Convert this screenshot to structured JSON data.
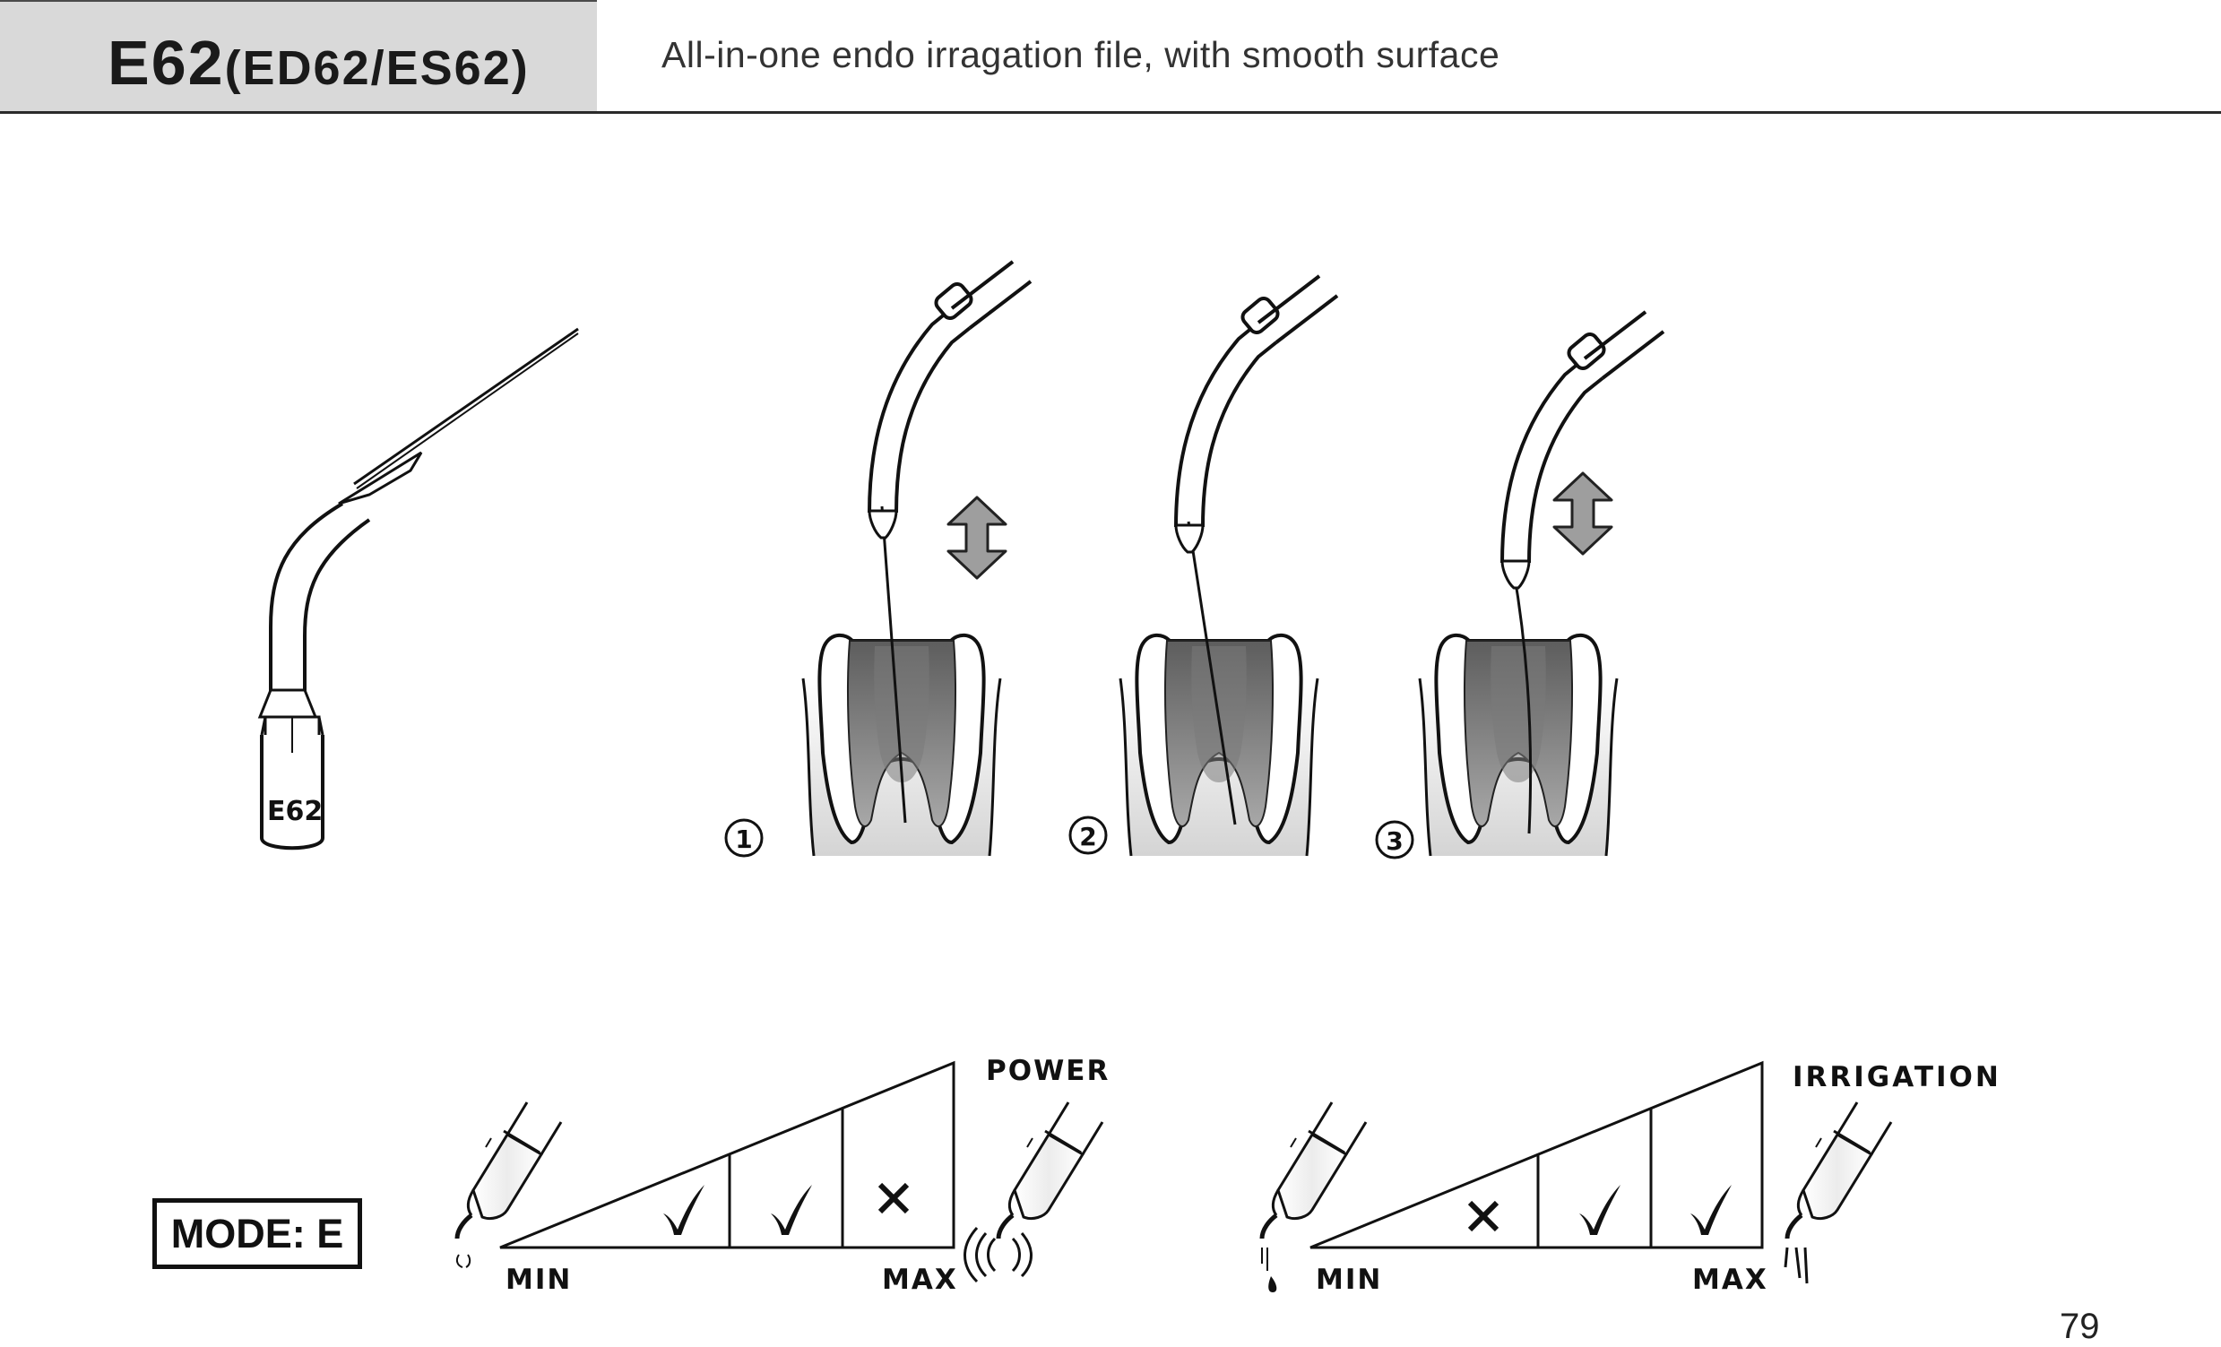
{
  "header": {
    "model": "E62",
    "variants": "(ED62/ES62)",
    "description": "All-in-one endo irragation file, with smooth surface"
  },
  "tip_label": "E62",
  "steps": [
    "1",
    "2",
    "3"
  ],
  "mode": "MODE: E",
  "power_scale": {
    "title": "POWER",
    "min_label": "MIN",
    "max_label": "MAX",
    "levels": [
      "check",
      "check",
      "cross"
    ]
  },
  "irrigation_scale": {
    "title": "IRRIGATION",
    "min_label": "MIN",
    "max_label": "MAX",
    "levels": [
      "cross",
      "check",
      "check"
    ]
  },
  "page_number": "79"
}
